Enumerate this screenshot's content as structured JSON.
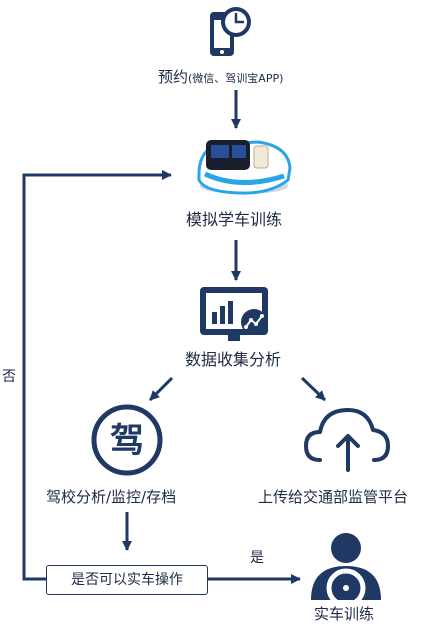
{
  "colors": {
    "primary": "#1f3864",
    "accent": "#2aa4e8",
    "text": "#1d2a44"
  },
  "nodes": {
    "booking": {
      "label": "预约",
      "sublabel": "(微信、驾训宝APP)",
      "icon": "phone-clock-icon"
    },
    "simulator": {
      "label": "模拟学车训练",
      "icon": "driving-simulator-image"
    },
    "data_collection": {
      "label": "数据收集分析",
      "icon": "monitor-analytics-icon"
    },
    "school_analysis": {
      "label": "驾校分析/监控/存档",
      "icon": "jia-seal-icon",
      "icon_text": "驾"
    },
    "upload": {
      "label": "上传给交通部监管平台",
      "icon": "cloud-upload-icon"
    },
    "decision": {
      "label": "是否可以实车操作"
    },
    "real_training": {
      "label": "实车训练",
      "icon": "driver-steering-wheel-icon"
    }
  },
  "edges": {
    "yes_label": "是",
    "no_label": "否"
  }
}
